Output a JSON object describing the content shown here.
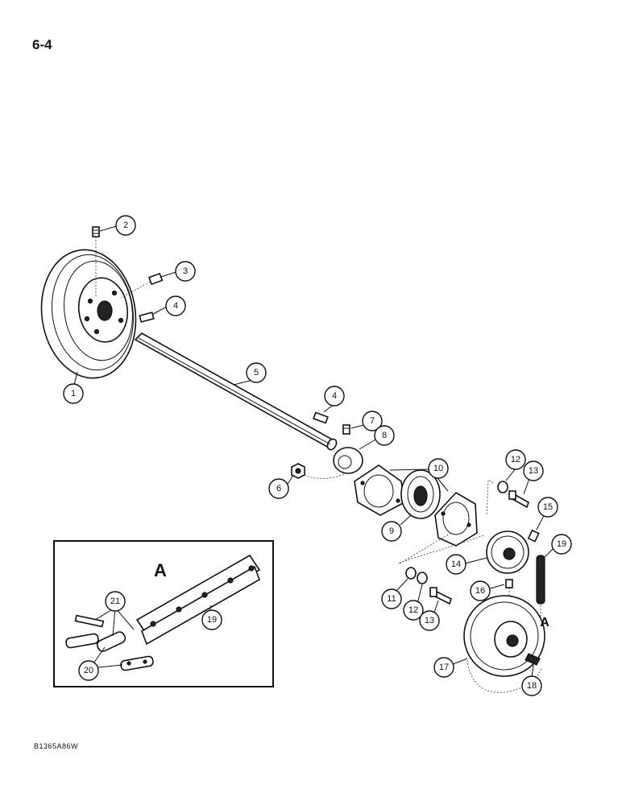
{
  "page_number": "6-4",
  "document_code": "B1365A86W",
  "inset_label": "A",
  "chain_marker_label": "A",
  "callouts": [
    "1",
    "2",
    "3",
    "4",
    "4",
    "5",
    "6",
    "7",
    "8",
    "9",
    "10",
    "11",
    "12",
    "12",
    "13",
    "13",
    "14",
    "15",
    "16",
    "17",
    "18",
    "19",
    "19",
    "20",
    "21"
  ]
}
